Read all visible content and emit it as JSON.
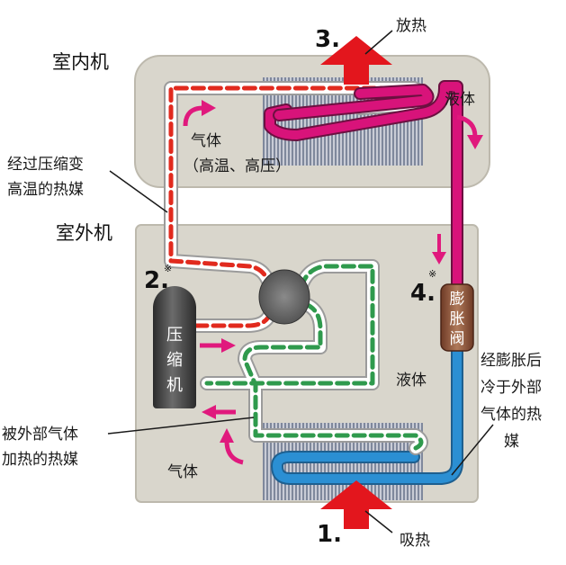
{
  "units": {
    "indoor": "室内机",
    "outdoor": "室外机",
    "compressor": [
      "压",
      "缩",
      "机"
    ],
    "valve": [
      "膨",
      "胀",
      "阀"
    ]
  },
  "steps": {
    "s1": "1.",
    "s2": "2.",
    "s3": "3.",
    "s4": "4.",
    "star": "※",
    "absorb": "吸热",
    "release": "放热"
  },
  "labels": {
    "gas_indoor": "气体",
    "gas_indoor_sub": "（高温、高压）",
    "liquid_indoor": "液体",
    "liquid_outdoor": "液体",
    "gas_outdoor": "气体",
    "compressed": [
      "经过压缩变",
      "高温的热媒"
    ],
    "heated": [
      "被外部气体",
      "加热的热媒"
    ],
    "expanded": [
      "经膨胀后",
      "冷于外部",
      "气体的热",
      "媒"
    ]
  },
  "colors": {
    "unit_fill": "#d9d6cc",
    "hot_red": "#e12a1e",
    "cool_green": "#2f9a4d",
    "hot_pipe": "#d8137a",
    "cold_pipe": "#2b8fd3",
    "arrow_pink": "#e0197d",
    "fins": "#8a93a6"
  }
}
